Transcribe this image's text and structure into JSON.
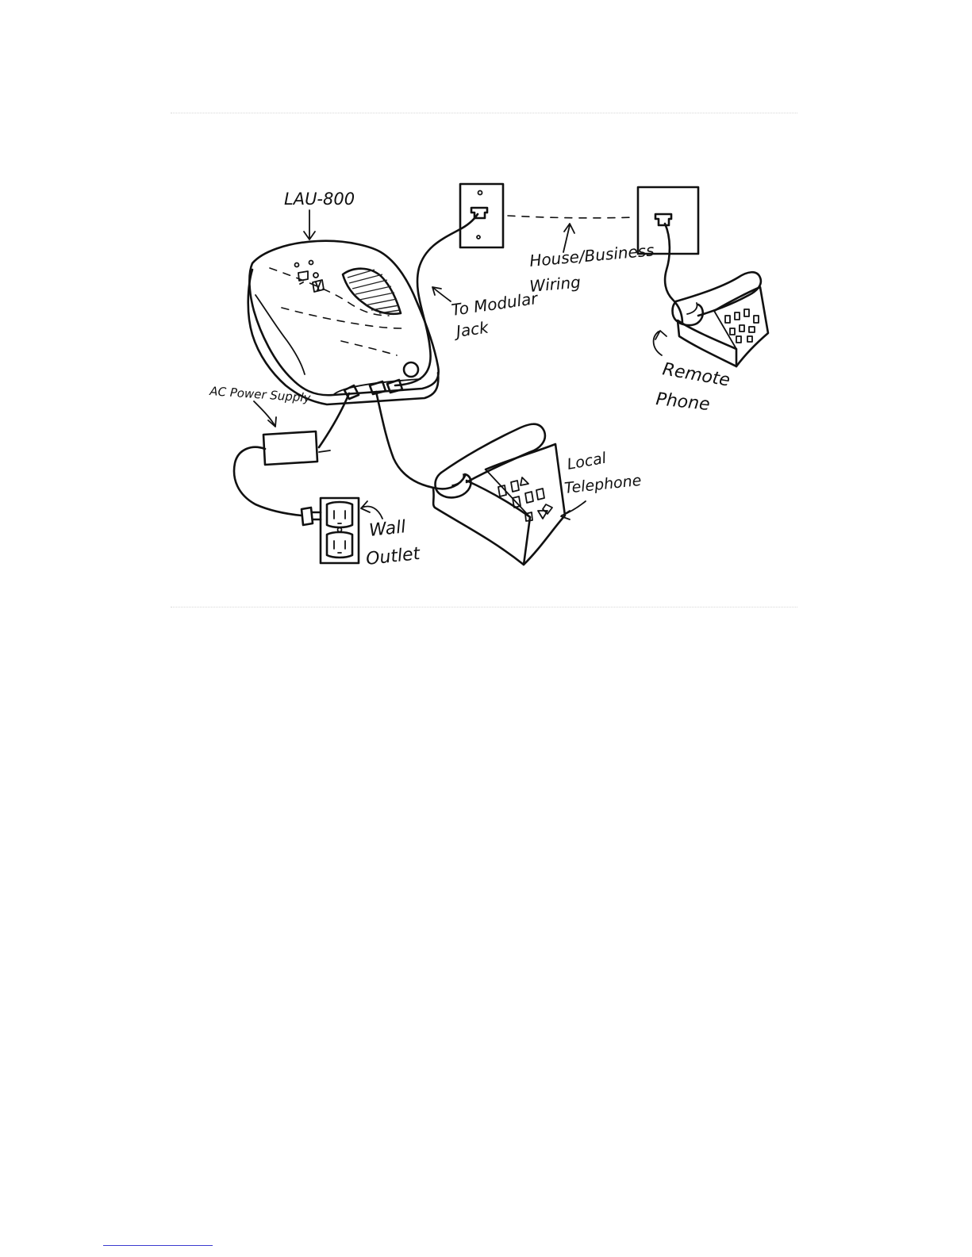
{
  "diagram": {
    "device": {
      "name": "LAU-800"
    },
    "labels": {
      "modular_jack": [
        "To Modular",
        "Jack"
      ],
      "house_wiring": [
        "House/Business",
        "Wiring"
      ],
      "remote_phone": [
        "Remote",
        "Phone"
      ],
      "power_supply": "AC Power Supply",
      "local_phone": [
        "Local",
        "Telephone"
      ],
      "wall_outlet": [
        "Wall",
        "Outlet"
      ]
    },
    "colors": {
      "ink": "#111111",
      "page": "#ffffff",
      "footer_rule": "#3a3ad0"
    }
  }
}
